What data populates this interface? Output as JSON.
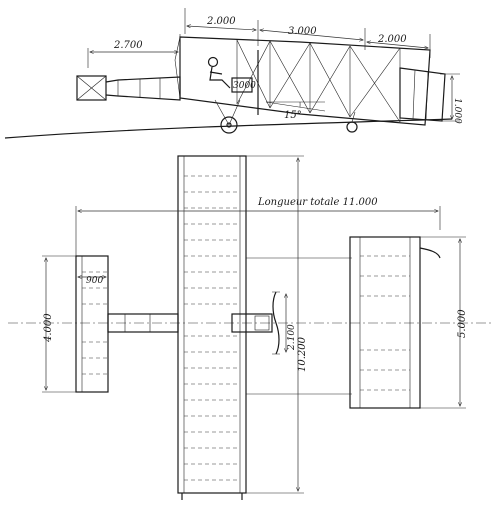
{
  "side_view": {
    "dims": {
      "nose_to_wing": "2.700",
      "wing_front": "2.000",
      "wing_mid": "3.000",
      "wing_rear": "2.000",
      "tail_height": "1.000",
      "engine_label": "3000",
      "angle": "15°"
    }
  },
  "plan_view": {
    "total_length_label": "Longueur totale 11.000",
    "front_elevator_width": "900",
    "front_elevator_span": "4.000",
    "propeller_diameter": "2.100",
    "wingspan": "10.200",
    "tail_span": "5.000"
  }
}
